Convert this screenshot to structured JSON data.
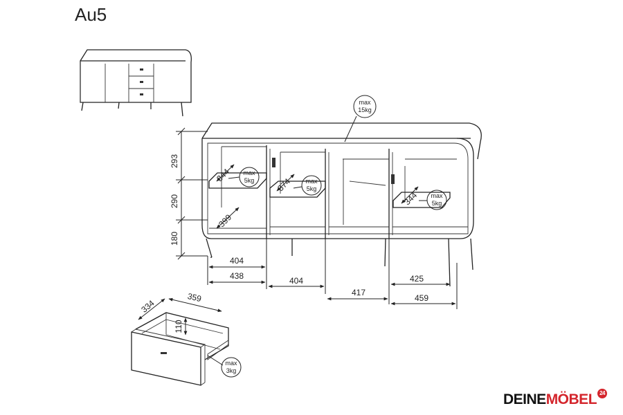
{
  "title": "Au5",
  "brand": {
    "part1": "DEINE",
    "part2": "MÖBEL",
    "badge": "24",
    "accent": "#d4252c"
  },
  "loads": {
    "top": [
      "max",
      "15kg"
    ],
    "shelf": [
      "max",
      "5kg"
    ],
    "drawer": [
      "max",
      "3kg"
    ]
  },
  "heights": {
    "upper": "293",
    "middle": "290",
    "legs": "180"
  },
  "depths": {
    "shelf_left": "344",
    "shelf_left_lower": "399",
    "shelf_mid": "374",
    "shelf_right": "344"
  },
  "widths_inner": {
    "left": "404",
    "right": "425"
  },
  "widths": {
    "c1": "438",
    "c2": "404",
    "c3": "417",
    "c4": "459"
  },
  "drawer": {
    "depth": "334",
    "width": "359",
    "height": "110"
  }
}
